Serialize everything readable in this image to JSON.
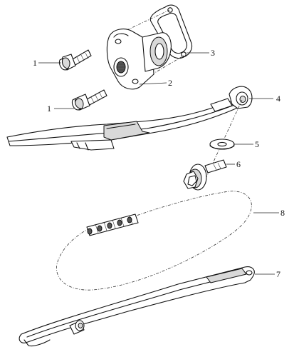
{
  "diagram": {
    "callouts": [
      {
        "id": "bolt-upper",
        "label": "1"
      },
      {
        "id": "bolt-lower",
        "label": "1"
      },
      {
        "id": "tensioner",
        "label": "2"
      },
      {
        "id": "gasket",
        "label": "3"
      },
      {
        "id": "tensioner-guide",
        "label": "4"
      },
      {
        "id": "washer",
        "label": "5"
      },
      {
        "id": "pivot-bolt",
        "label": "6"
      },
      {
        "id": "fixed-guide",
        "label": "7"
      },
      {
        "id": "timing-chain",
        "label": "8"
      }
    ]
  }
}
